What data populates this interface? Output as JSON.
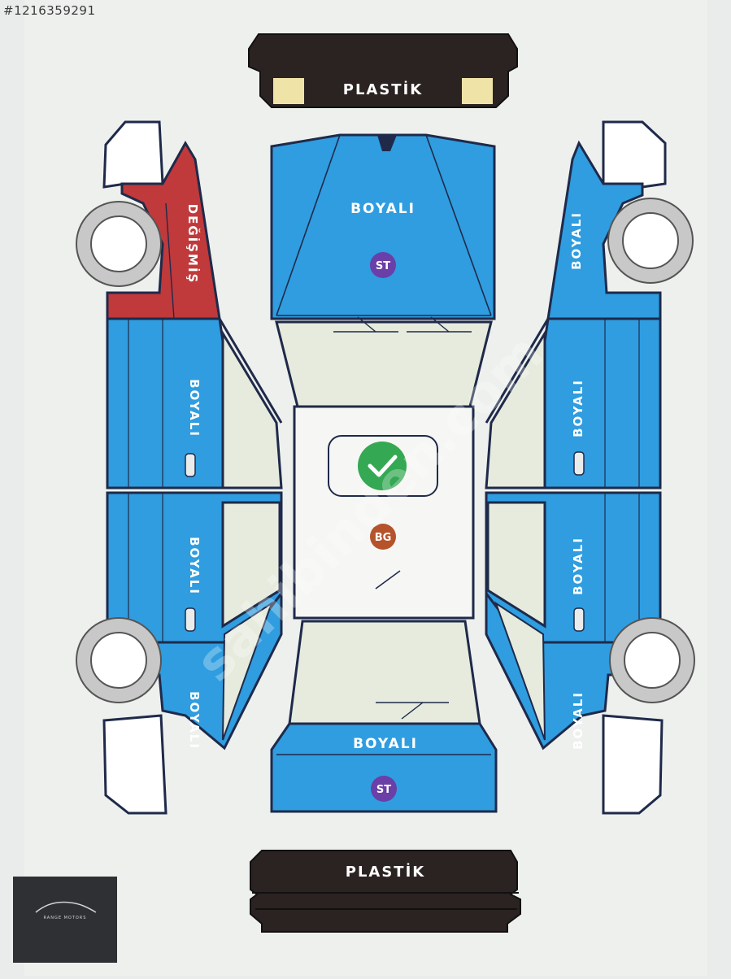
{
  "image_id": "#1216359291",
  "watermark": "sahibinden.com",
  "logo": {
    "text": "RANGE MOTORS"
  },
  "colors": {
    "boyali": "#2f9de0",
    "degismis": "#c0393b",
    "plastik": "#2b2321",
    "glass": "#e6ebdd",
    "outline": "#1f2a4a",
    "tire": "#c8c8c8",
    "check": "#34a853",
    "st_badge": "#6a3fa8",
    "bg_badge": "#b5532b"
  },
  "parts": {
    "front_bumper": {
      "label": "PLASTİK",
      "status": "plastik"
    },
    "hood": {
      "label": "BOYALI",
      "status": "boyali",
      "badge": "ST"
    },
    "roof": {
      "status": "original",
      "icon": "check-icon",
      "badge": "BG"
    },
    "trunk": {
      "label": "BOYALI",
      "status": "boyali",
      "badge": "ST"
    },
    "rear_bumper": {
      "label": "PLASTİK",
      "status": "plastik"
    },
    "left_front_fender": {
      "label": "DEĞİŞMİŞ",
      "status": "degismis"
    },
    "left_front_door": {
      "label": "BOYALI",
      "status": "boyali"
    },
    "left_rear_door": {
      "label": "BOYALI",
      "status": "boyali"
    },
    "left_rear_fender": {
      "label": "BOYALI",
      "status": "boyali"
    },
    "right_front_fender": {
      "label": "BOYALI",
      "status": "boyali"
    },
    "right_front_door": {
      "label": "BOYALI",
      "status": "boyali"
    },
    "right_rear_door": {
      "label": "BOYALI",
      "status": "boyali"
    },
    "right_rear_fender": {
      "label": "BOYALI",
      "status": "boyali"
    }
  }
}
